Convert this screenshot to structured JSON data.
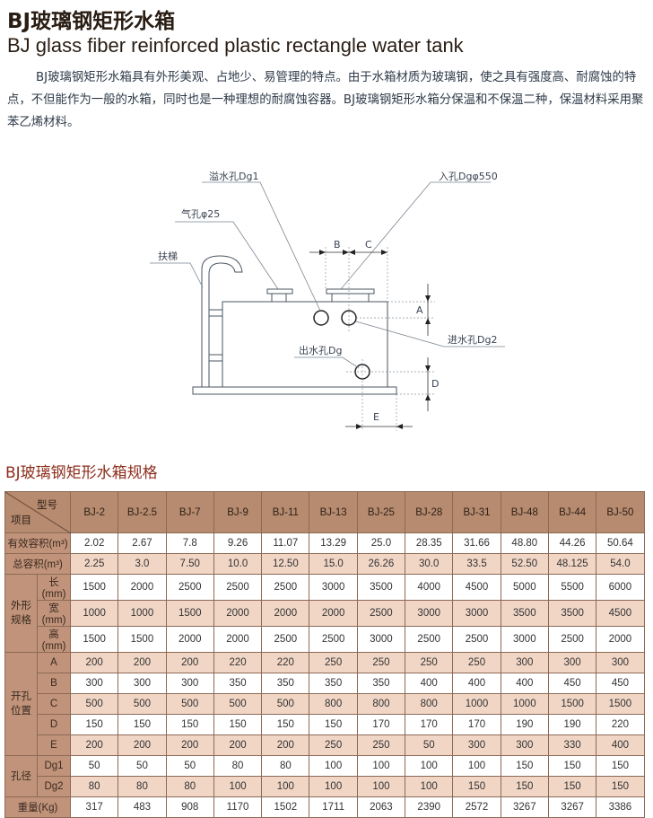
{
  "header": {
    "title_cn": "BJ玻璃钢矩形水箱",
    "title_en": "BJ  glass fiber reinforced plastic rectangle water tank",
    "intro": "BJ玻璃钢矩形水箱具有外形美观、占地少、易管理的特点。由于水箱材质为玻璃钢，使之具有强度高、耐腐蚀的特点，不但能作为一般的水箱，同时也是一种理想的耐腐蚀容器。BJ玻璃钢矩形水箱分保温和不保温二种，保温材料采用聚苯乙烯材料。"
  },
  "diagram": {
    "overflow": "溢水孔Dg1",
    "manhole": "入孔Dgφ550",
    "vent": "气孔φ25",
    "ladder": "扶梯",
    "inlet": "进水孔Dg2",
    "outlet": "出水孔Dg",
    "dim_a": "A",
    "dim_b": "B",
    "dim_c": "C",
    "dim_d": "D",
    "dim_e": "E"
  },
  "spec": {
    "title": "BJ玻璃钢矩形水箱规格",
    "corner_top": "型号",
    "corner_bottom": "项目",
    "models": [
      "BJ-2",
      "BJ-2.5",
      "BJ-7",
      "BJ-9",
      "BJ-11",
      "BJ-13",
      "BJ-25",
      "BJ-28",
      "BJ-31",
      "BJ-48",
      "BJ-44",
      "BJ-50"
    ],
    "rows": [
      {
        "group": "有效容积(m³)",
        "sub": "",
        "values": [
          "2.02",
          "2.67",
          "7.8",
          "9.26",
          "11.07",
          "13.29",
          "25.0",
          "28.35",
          "31.66",
          "48.80",
          "44.26",
          "50.64"
        ]
      },
      {
        "group": "总容积(m³)",
        "sub": "",
        "values": [
          "2.25",
          "3.0",
          "7.50",
          "10.0",
          "12.50",
          "15.0",
          "26.26",
          "30.0",
          "33.5",
          "52.50",
          "48.125",
          "54.0"
        ]
      },
      {
        "group": "外形规格",
        "sub": "长(mm)",
        "values": [
          "1500",
          "2000",
          "2500",
          "2500",
          "2500",
          "3000",
          "3500",
          "4000",
          "4500",
          "5000",
          "5500",
          "6000"
        ]
      },
      {
        "group": "外形规格",
        "sub": "宽(mm)",
        "values": [
          "1000",
          "1000",
          "1500",
          "2000",
          "2000",
          "2000",
          "2500",
          "3000",
          "3000",
          "3500",
          "3500",
          "4500"
        ]
      },
      {
        "group": "外形规格",
        "sub": "高(mm)",
        "values": [
          "1500",
          "1500",
          "2000",
          "2000",
          "2500",
          "2500",
          "3000",
          "2500",
          "2500",
          "3000",
          "2500",
          "2000"
        ]
      },
      {
        "group": "开孔位置",
        "sub": "A",
        "values": [
          "200",
          "200",
          "200",
          "220",
          "220",
          "250",
          "250",
          "250",
          "250",
          "300",
          "300",
          "300"
        ]
      },
      {
        "group": "开孔位置",
        "sub": "B",
        "values": [
          "300",
          "300",
          "300",
          "350",
          "350",
          "350",
          "350",
          "400",
          "400",
          "400",
          "450",
          "450"
        ]
      },
      {
        "group": "开孔位置",
        "sub": "C",
        "values": [
          "500",
          "500",
          "500",
          "500",
          "500",
          "800",
          "800",
          "800",
          "1000",
          "1000",
          "1500",
          "1500"
        ]
      },
      {
        "group": "开孔位置",
        "sub": "D",
        "values": [
          "150",
          "150",
          "150",
          "150",
          "150",
          "150",
          "170",
          "170",
          "170",
          "190",
          "190",
          "220"
        ]
      },
      {
        "group": "开孔位置",
        "sub": "E",
        "values": [
          "200",
          "200",
          "200",
          "200",
          "200",
          "250",
          "250",
          "50",
          "300",
          "300",
          "330",
          "400"
        ]
      },
      {
        "group": "孔径",
        "sub": "Dg1",
        "values": [
          "50",
          "50",
          "50",
          "80",
          "80",
          "100",
          "100",
          "100",
          "100",
          "150",
          "150",
          "150"
        ]
      },
      {
        "group": "孔径",
        "sub": "Dg2",
        "values": [
          "80",
          "80",
          "80",
          "100",
          "100",
          "100",
          "100",
          "100",
          "150",
          "150",
          "150",
          "150"
        ]
      },
      {
        "group": "重量(Kg)",
        "sub": "",
        "values": [
          "317",
          "483",
          "908",
          "1170",
          "1502",
          "1711",
          "2063",
          "2390",
          "2572",
          "3267",
          "3267",
          "3386"
        ]
      }
    ]
  }
}
